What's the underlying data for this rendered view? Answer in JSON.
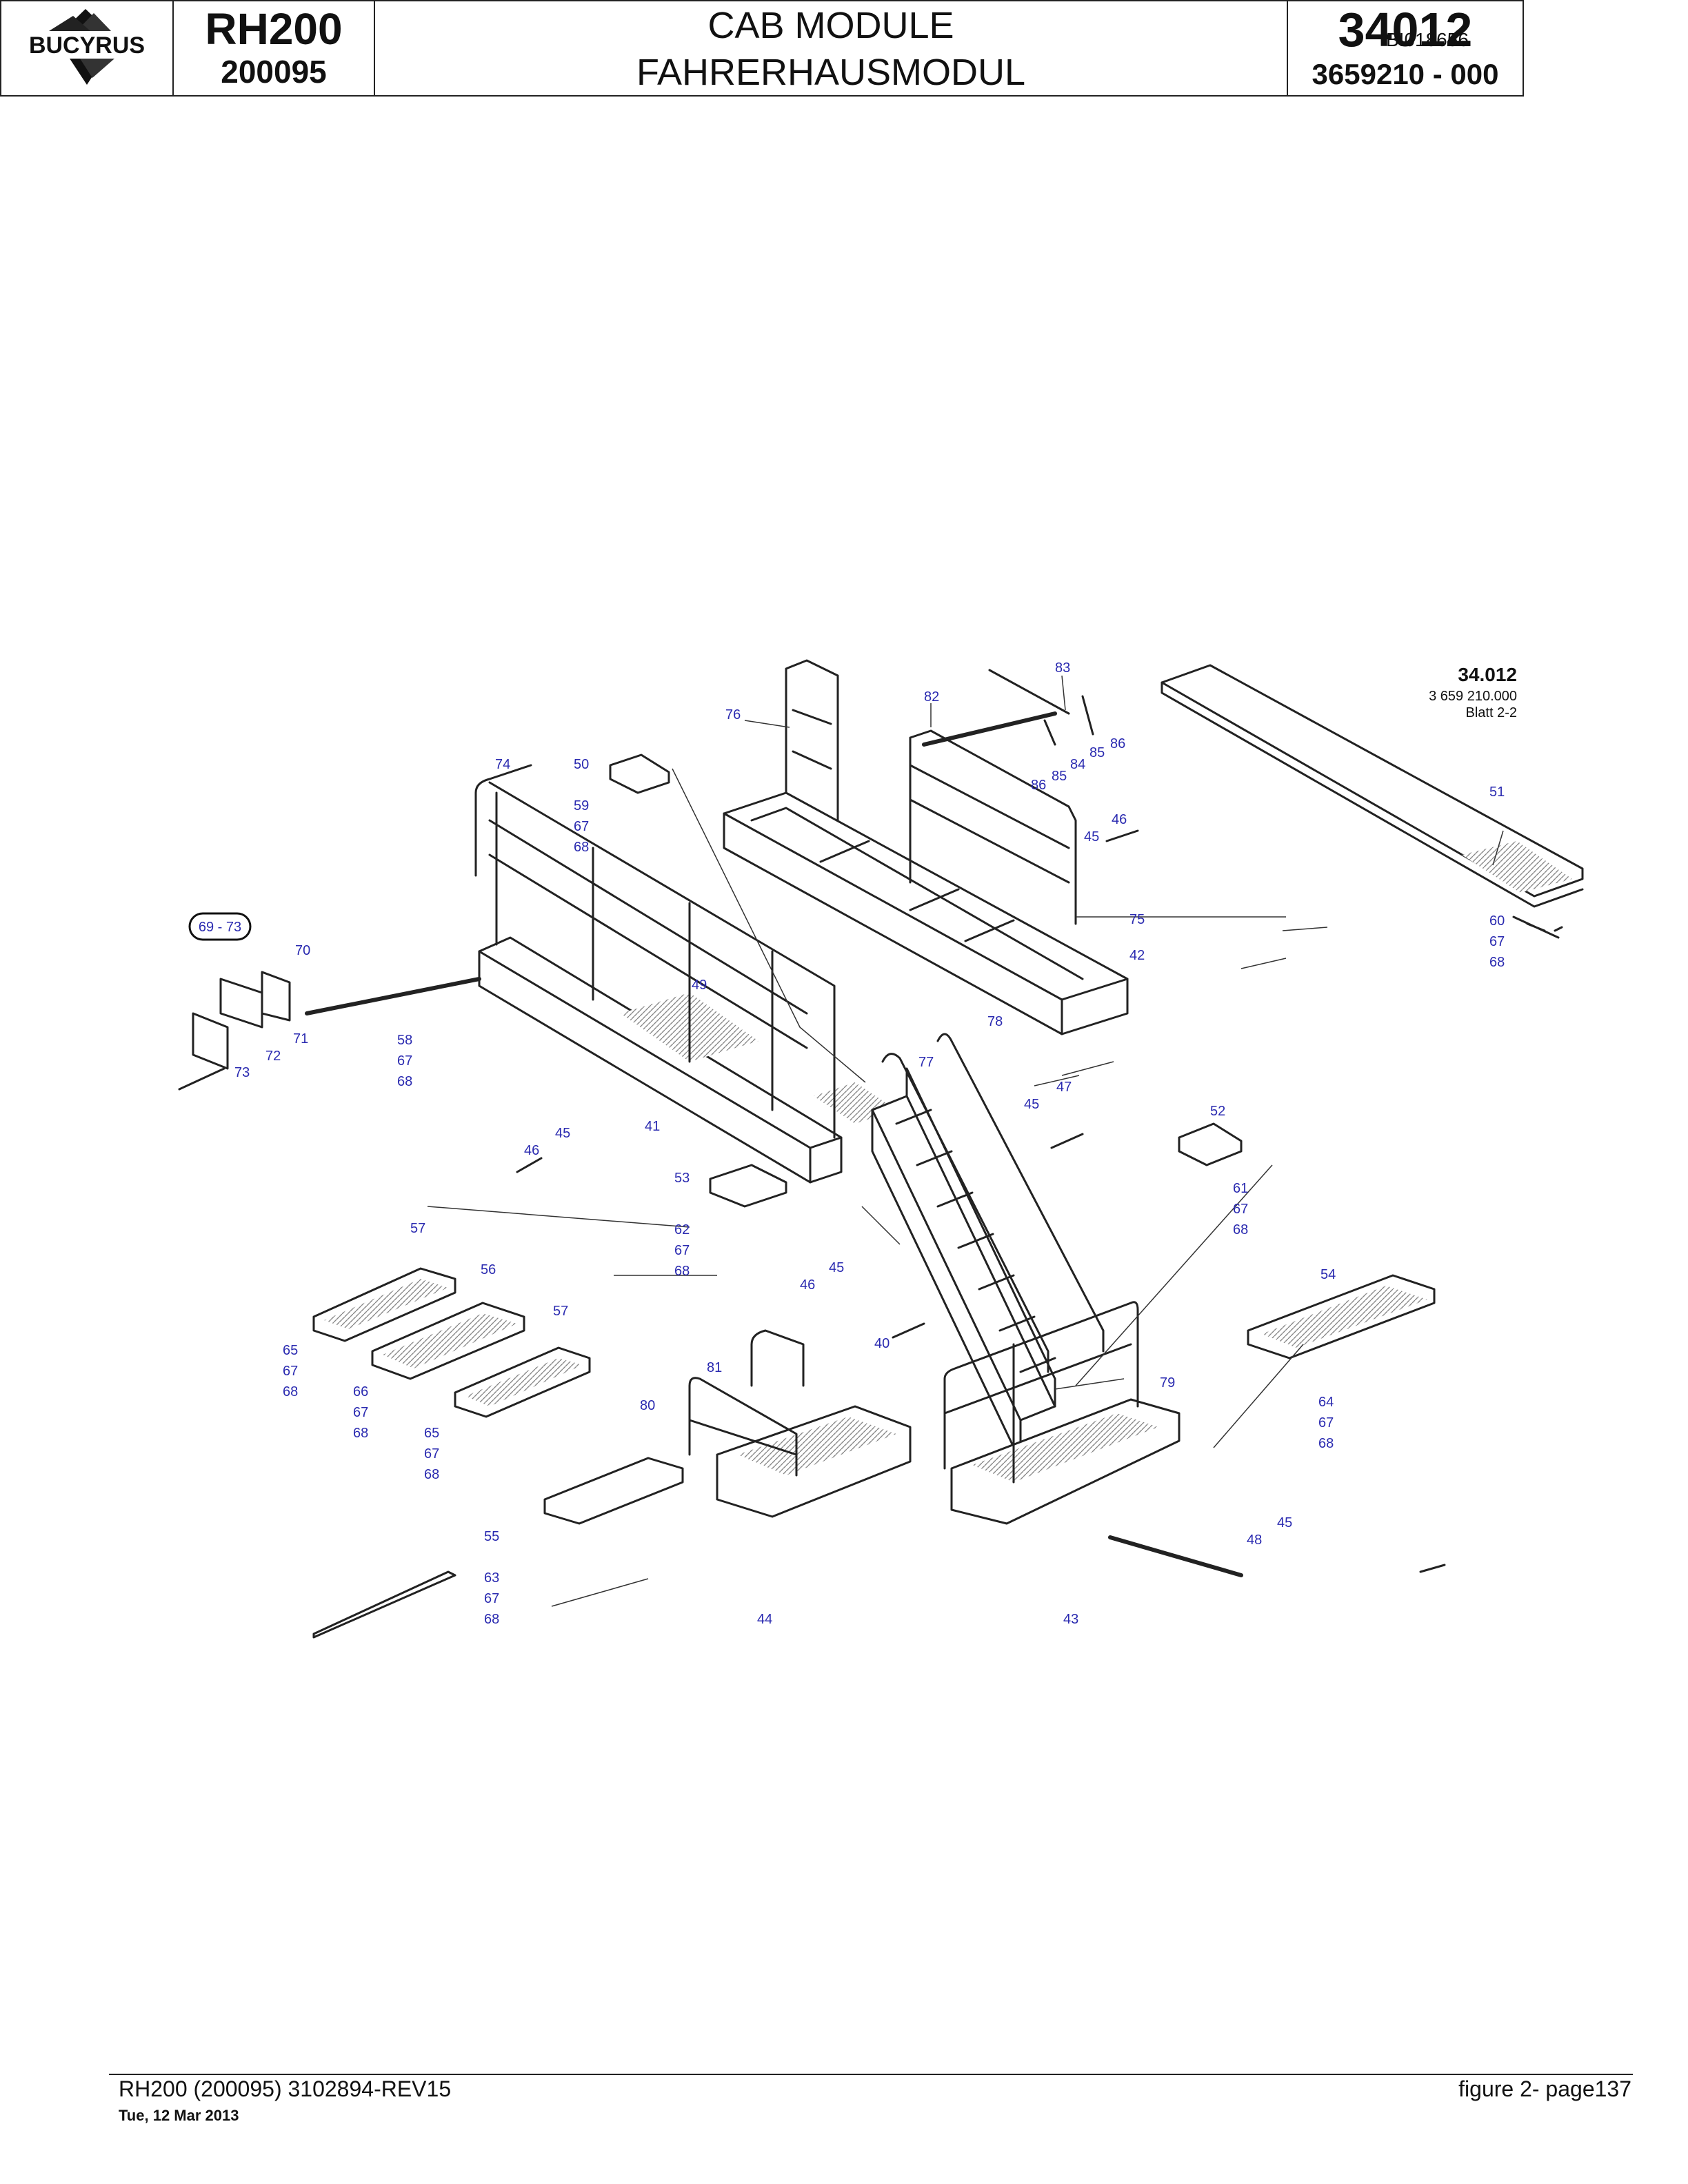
{
  "doc_id": "BI018656",
  "header": {
    "logo_text": "BUCYRUS",
    "model": "RH200",
    "serial": "200095",
    "title_en": "CAB MODULE",
    "title_de": "FAHRERHAUSMODUL",
    "group_code": "34012",
    "part_number": "3659210  - 000"
  },
  "drawing": {
    "ref_code": "34.012",
    "ref_part": "3 659 210.000",
    "ref_sheet": "Blatt 2-2",
    "range_label": "69  -  73",
    "callouts": [
      "83",
      "82",
      "76",
      "86",
      "85",
      "84",
      "85",
      "86",
      "74",
      "50",
      "59",
      "67",
      "68",
      "46",
      "45",
      "51",
      "75",
      "42",
      "60",
      "67",
      "68",
      "70",
      "69",
      "71",
      "72",
      "73",
      "58",
      "67",
      "68",
      "49",
      "41",
      "46",
      "45",
      "78",
      "77",
      "47",
      "45",
      "52",
      "61",
      "67",
      "68",
      "53",
      "62",
      "67",
      "68",
      "45",
      "46",
      "57",
      "56",
      "57",
      "65",
      "67",
      "68",
      "66",
      "67",
      "68",
      "65",
      "67",
      "68",
      "81",
      "40",
      "80",
      "79",
      "54",
      "64",
      "67",
      "68",
      "55",
      "63",
      "67",
      "68",
      "44",
      "43",
      "48",
      "45"
    ]
  },
  "footer": {
    "left": "RH200 (200095) 3102894-REV15",
    "date": "Tue, 12 Mar 2013",
    "right": "figure  2- page137"
  }
}
